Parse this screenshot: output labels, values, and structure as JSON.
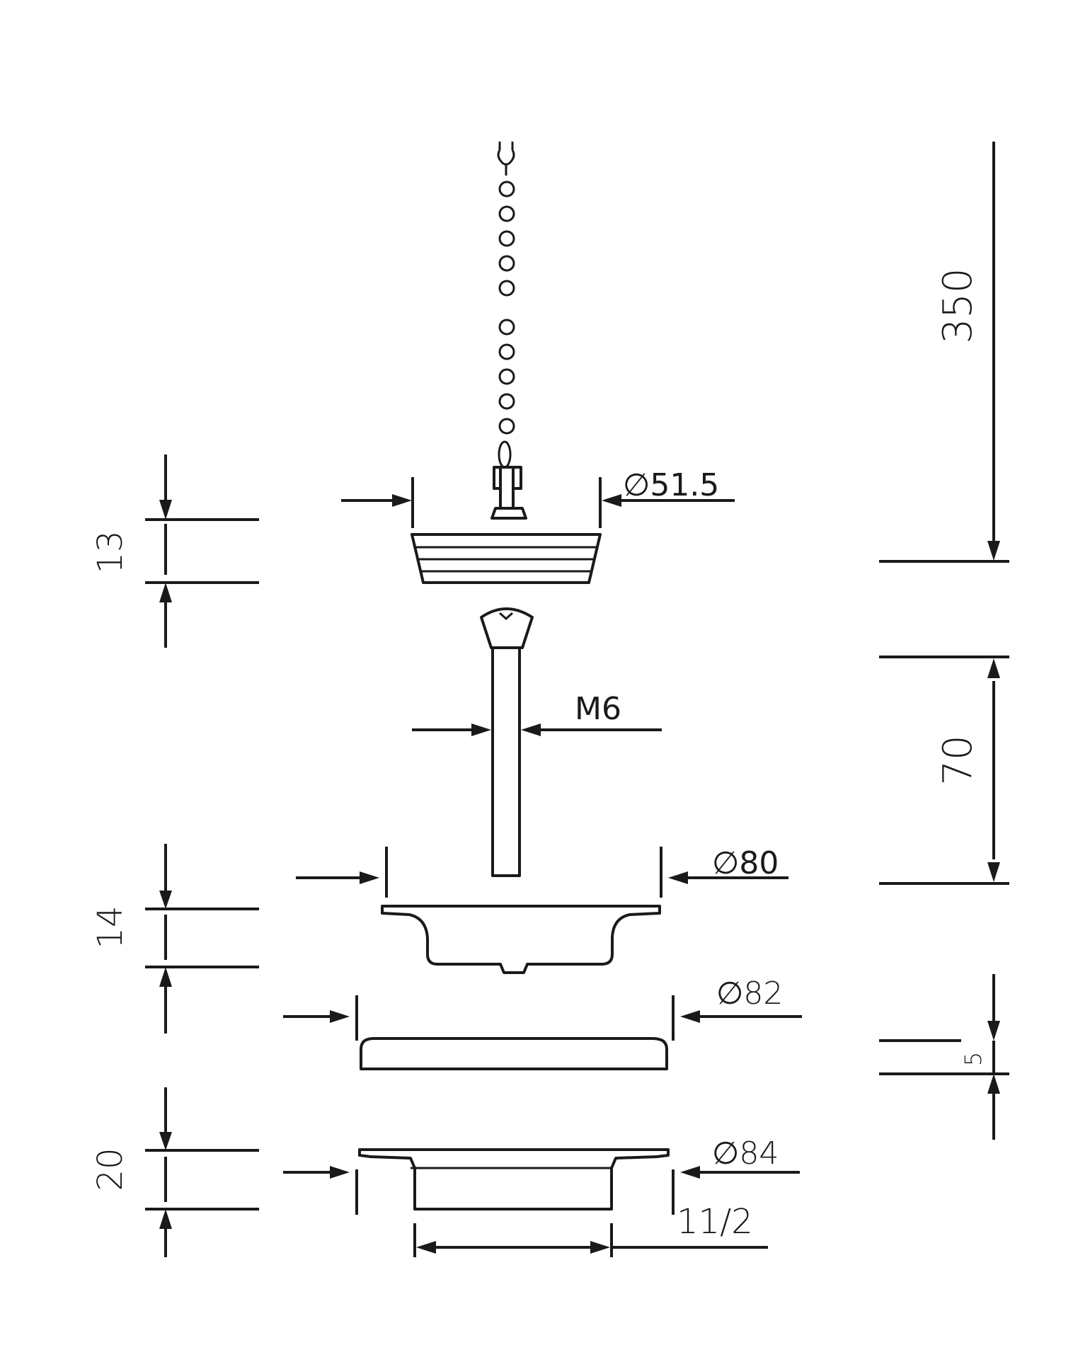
{
  "labels": {
    "stopper_diameter": "∅51.5",
    "stopper_height": "13",
    "chain_length": "350",
    "screw_thread": "M6",
    "screw_length": "70",
    "strainer_diameter": "∅80",
    "strainer_height": "14",
    "gasket_diameter": "∅82",
    "gasket_thickness": "5",
    "body_diameter": "∅84",
    "body_height": "20",
    "thread_size": "11/2"
  },
  "colors": {
    "line": "#1a1a1a",
    "background": "#ffffff"
  }
}
